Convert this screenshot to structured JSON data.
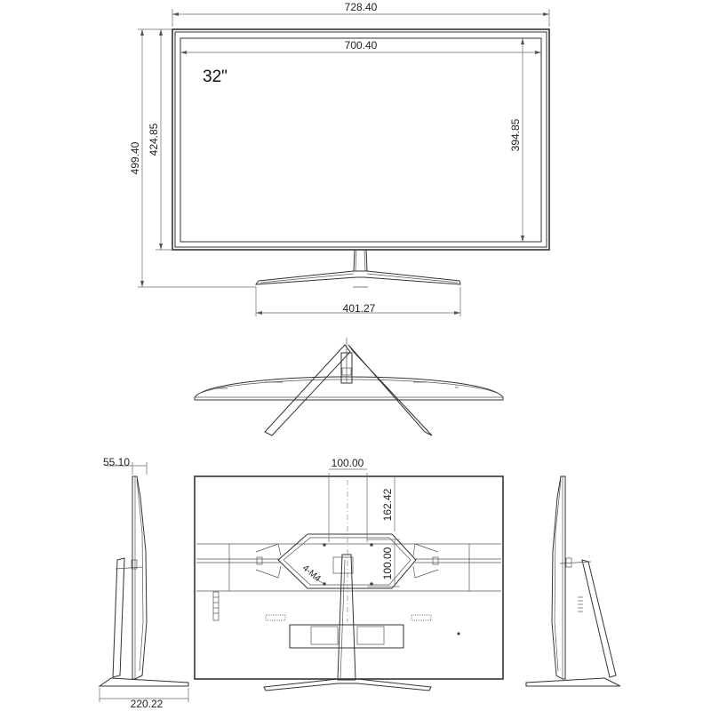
{
  "front_view": {
    "overall_width": "728.40",
    "screen_width": "700.40",
    "screen_size": "32\"",
    "overall_height": "499.40",
    "panel_height": "424.85",
    "screen_height": "394.85",
    "base_width": "401.27"
  },
  "rear_view": {
    "vesa_spacing_h": "100.00",
    "vesa_spacing_v": "100.00",
    "mount_height": "162.42",
    "screw_label": "4-M4"
  },
  "side_view": {
    "thickness": "55.10",
    "base_depth": "220.22"
  },
  "colors": {
    "line": "#333333",
    "background": "#ffffff"
  }
}
